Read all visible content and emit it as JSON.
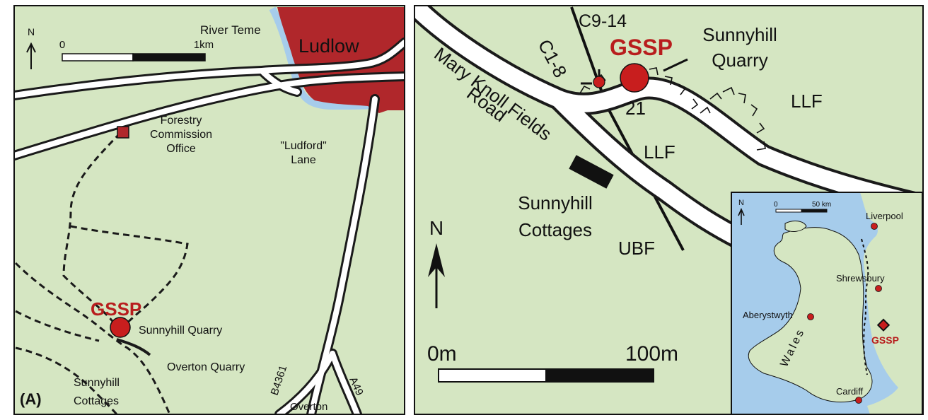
{
  "colors": {
    "land": "#d5e6c2",
    "water": "#a6cceb",
    "town": "#b0272b",
    "gssp": "#c81e1e",
    "ink": "#111111"
  },
  "left_map": {
    "panel_label": "(A)",
    "north": "N",
    "scale": {
      "start": "0",
      "end": "1km"
    },
    "labels": {
      "river": "River Teme",
      "town": "Ludlow",
      "forestry_line1": "Forestry",
      "forestry_line2": "Commission",
      "forestry_line3": "Office",
      "ludford_line1": "\"Ludford\"",
      "ludford_line2": "Lane",
      "gssp": "GSSP",
      "sunnyhill_quarry": "Sunnyhill Quarry",
      "overton_quarry": "Overton Quarry",
      "cottages_line1": "Sunnyhill",
      "cottages_line2": "Cottages",
      "b_road": "B4361",
      "a_road": "A49",
      "overton": "Overton"
    }
  },
  "right_map": {
    "north": "N",
    "scale": {
      "start": "0m",
      "end": "100m"
    },
    "labels": {
      "c1_8": "C1-8",
      "c9_14": "C9-14",
      "gssp": "GSSP",
      "quarry_line1": "Sunnyhill",
      "quarry_line2": "Quarry",
      "road_line1": "Mary Knoll Fields",
      "road_line2": "Road",
      "num21": "21",
      "llf_east": "LLF",
      "llf_south": "LLF",
      "cottages_line1": "Sunnyhill",
      "cottages_line2": "Cottages",
      "ubf": "UBF"
    }
  },
  "inset_map": {
    "north": "N",
    "scale": {
      "start": "0",
      "end": "50 km"
    },
    "labels": {
      "liverpool": "Liverpool",
      "shrewsbury": "Shrewsbury",
      "aberystwyth": "Aberystwyth",
      "wales": "Wales",
      "gssp": "GSSP",
      "cardiff": "Cardiff"
    }
  }
}
